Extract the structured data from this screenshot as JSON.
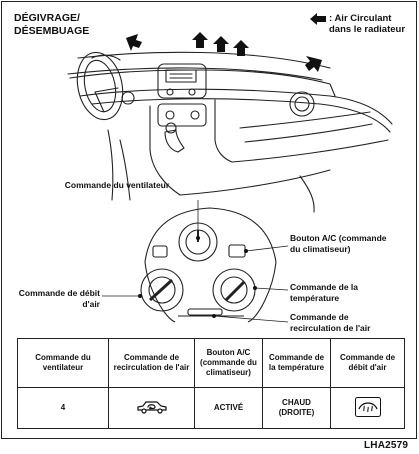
{
  "title": [
    "DÉGIVRAGE/",
    "DÉSEMBUAGE"
  ],
  "legend": {
    "icon": "left-arrow-icon",
    "text": ": Air Circulant dans le radiateur"
  },
  "callouts": {
    "fan_control": "Commande du ventilateur",
    "ac_button": "Bouton A/C (commande du climatiseur)",
    "temperature_control": "Commande de la température",
    "recirculation_control": "Commande de recirculation de l'air",
    "air_flow_control": "Commande de débit d'air"
  },
  "table": {
    "headers": [
      "Commande du ventilateur",
      "Commande de recirculation de l'air",
      "Bouton A/C (commande du climatiseur)",
      "Commande de la température",
      "Commande de débit d'air"
    ],
    "row": {
      "fan": "4",
      "recirculation": "recirculation-car-icon",
      "ac": "ACTIVÉ",
      "temperature": "CHAUD (DROITE)",
      "air_flow": "defrost-icon"
    }
  },
  "figure_code": "LHA2579"
}
